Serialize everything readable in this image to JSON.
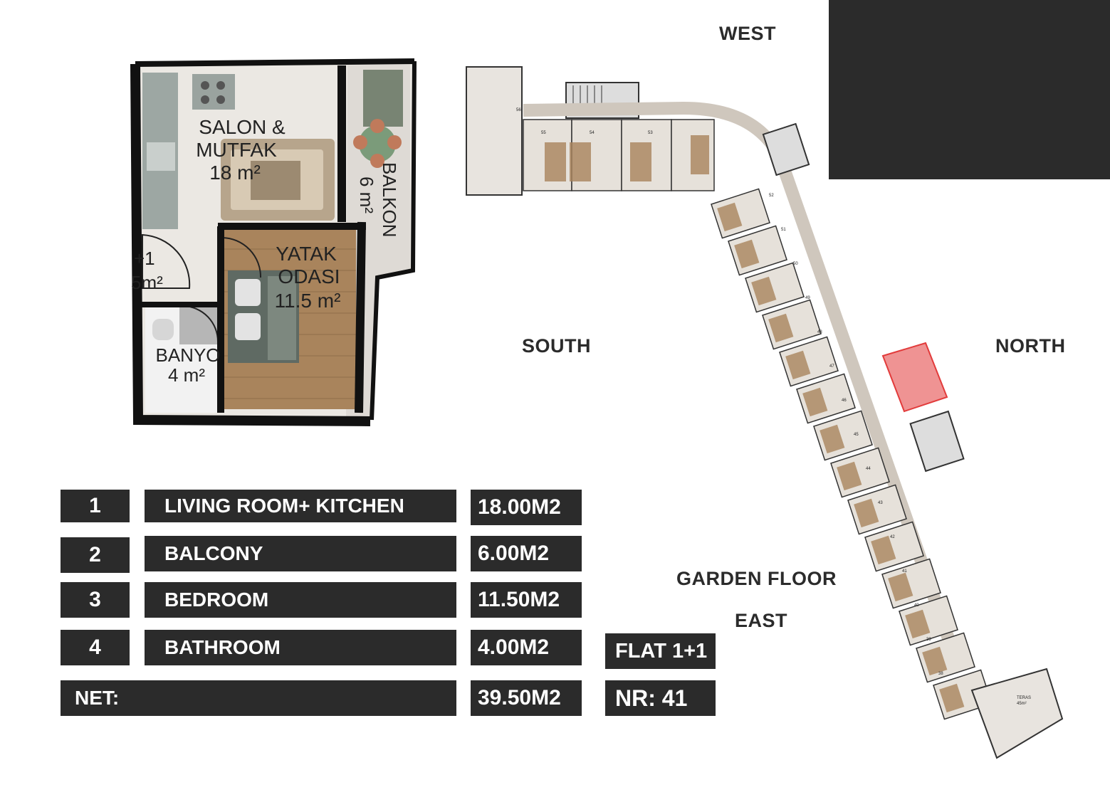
{
  "compass": {
    "west": "WEST",
    "south": "SOUTH",
    "north": "NORTH",
    "east": "EAST"
  },
  "floor_label": "GARDEN FLOOR",
  "plan": {
    "salon_line1": "SALON &",
    "salon_line2": "MUTFAK",
    "salon_area": "18 m²",
    "balkon": "BALKON",
    "balkon_area": "6 m²",
    "yatak_line1": "YATAK",
    "yatak_line2": "ODASI",
    "yatak_area": "11.5 m²",
    "entry_line1": "+1",
    "entry_line2": "5m²",
    "banyo": "BANYO",
    "banyo_area": "4 m²"
  },
  "rooms": [
    {
      "no": "1",
      "name": "LIVING ROOM+ KITCHEN",
      "area": "18.00M2"
    },
    {
      "no": "2",
      "name": "BALCONY",
      "area": "6.00M2"
    },
    {
      "no": "3",
      "name": "BEDROOM",
      "area": "11.50M2"
    },
    {
      "no": "4",
      "name": "BATHROOM",
      "area": "4.00M2"
    }
  ],
  "net": {
    "label": "NET:",
    "area": "39.50M2"
  },
  "flat": {
    "type": "FLAT 1+1",
    "number": "NR: 41"
  },
  "site_plan": {
    "unit_numbers": [
      "56",
      "55",
      "54",
      "53",
      "52",
      "51",
      "50",
      "49",
      "48",
      "47",
      "46",
      "45",
      "44",
      "43",
      "42",
      "41",
      "40",
      "39",
      "38"
    ],
    "teras": "TERAS",
    "teras_area": "45m²",
    "highlight_color": "#e23b3b"
  },
  "colors": {
    "dark": "#2b2b2b",
    "wood": "#a9845c",
    "tile": "#e8e4df",
    "wall": "#111111"
  }
}
